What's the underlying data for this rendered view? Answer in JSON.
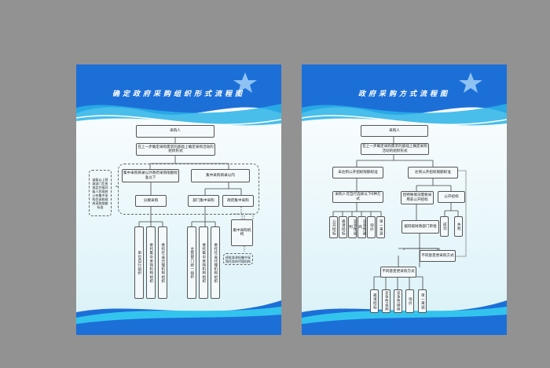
{
  "left_poster": {
    "title": "确定政府采购组织形式流程图",
    "purchaser": "采购人",
    "step": "在上一步确定采购需求的基础上确定采购活动的组织形式",
    "outside": "集中采购目录以外政府采购限额标准以下",
    "inside": "集中采购目录以内",
    "decentralized": "分散采购",
    "dept_central": "部门集中采购",
    "gov_central": "政府集中采购",
    "decentralized_items": [
      "单位自行组织",
      "委托集中采购机构组织",
      "委托社会代理机构组织"
    ],
    "dept_items": [
      "主管部门统一组织",
      "委托集中采购机构组织",
      "委托社会代理机构组织"
    ],
    "central_agency": "集中采购机构",
    "side_note": "省级以上财政部门负责拟定并报同级人民政府公布集中采购目录和政府采购限额标准",
    "agency_note": "经批准承担集中采购任务的代理机构"
  },
  "right_poster": {
    "title": "政府采购方式流程图",
    "purchaser": "采购人",
    "step": "在上一步确定采购需求的基础上确定采购活动的组织形式",
    "below_threshold": "未达到公开招标限额标准",
    "above_threshold": "达到公开招标限额标准",
    "choose_six": "采购人可自行选择以下6种方式",
    "special": "因特殊情况需要采用非公开招标",
    "open_tender": "公开招标",
    "six_methods": [
      "公开招标",
      "邀请招标",
      "竞争性谈判",
      "竞争性磋商",
      "询价",
      "单一来源"
    ],
    "approval": "报同级财政部门审批",
    "success": "成功",
    "failure": "失败",
    "disagree_upper": "不同意变更采购方式",
    "disagree_lower": "不同意变更采购方式",
    "five_methods": [
      "邀请招标",
      "竞争性谈判",
      "竞争性磋商",
      "询价",
      "单一来源"
    ]
  }
}
